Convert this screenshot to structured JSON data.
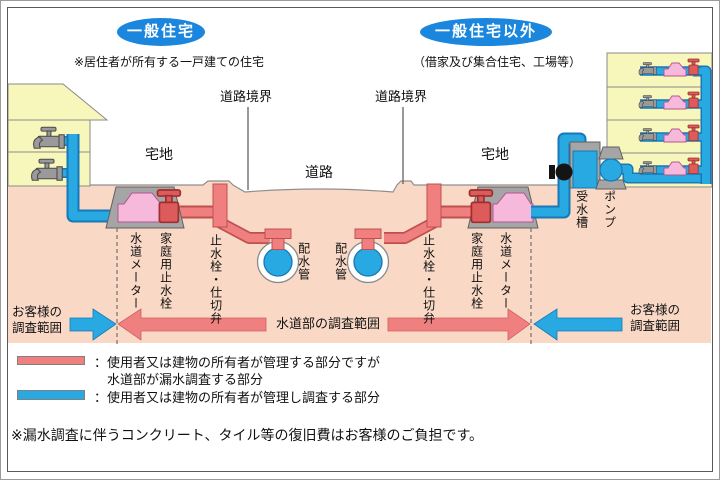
{
  "header": {
    "badge_left": {
      "label": "一般住宅",
      "note": "※居住者が所有する一戸建ての住宅"
    },
    "badge_right": {
      "label": "一般住宅以外",
      "note": "（借家及び集合住宅、工場等）"
    }
  },
  "diagram": {
    "road_boundary_left": "道路境界",
    "road_boundary_right": "道路境界",
    "lot_left": "宅地",
    "lot_right": "宅地",
    "road": "道路",
    "water_meter_left": "水道メーター",
    "household_stop_valve_left": "家庭用止水栓",
    "stop_gate_valve_left": "止水栓・仕切弁",
    "distribution_pipe_left": "配水管",
    "distribution_pipe_right": "配水管",
    "stop_gate_valve_right": "止水栓・仕切弁",
    "household_stop_valve_right": "家庭用止水栓",
    "water_meter_right": "水道メーター",
    "receiving_tank": "受水槽",
    "pump": "ポンプ"
  },
  "ranges": {
    "customer_left_line1": "お客様の",
    "customer_left_line2": "調査範囲",
    "water_department": "水道部の調査範囲",
    "customer_right_line1": "お客様の",
    "customer_right_line2": "調査範囲"
  },
  "legend": {
    "red_line1": "：使用者又は建物の所有者が管理する部分ですが",
    "red_line2": "水道部が漏水調査する部分",
    "blue_line": "：使用者又は建物の所有者が管理し調査する部分"
  },
  "footnote": "※漏水調査に伴うコンクリート、タイル等の復旧費はお客様のご負担です。",
  "colors": {
    "pipe_red": "#F08080",
    "pipe_blue": "#29A9E1",
    "badge_blue": "#1A86DD",
    "ground_peach": "#F9D9C6",
    "house_yellow": "#F8F7BB",
    "meter_pink": "#F6B9DC",
    "equipment_gray": "#A5A5A5"
  }
}
